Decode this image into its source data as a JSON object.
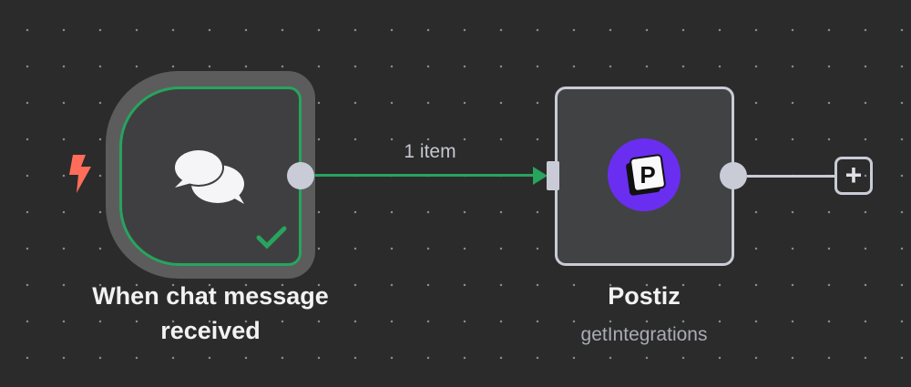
{
  "trigger_node": {
    "title_line1": "When chat message",
    "title_line2": "received",
    "icon": "chat-bubbles-icon",
    "status": "success-check-icon"
  },
  "connection": {
    "label": "1 item"
  },
  "action_node": {
    "title": "Postiz",
    "subtitle": "getIntegrations",
    "logo_letter": "P"
  },
  "colors": {
    "success": "#27a45e",
    "trigger_bolt": "#ff6d5a",
    "postiz_brand": "#6a2ef0",
    "canvas": "#2b2b2b"
  }
}
